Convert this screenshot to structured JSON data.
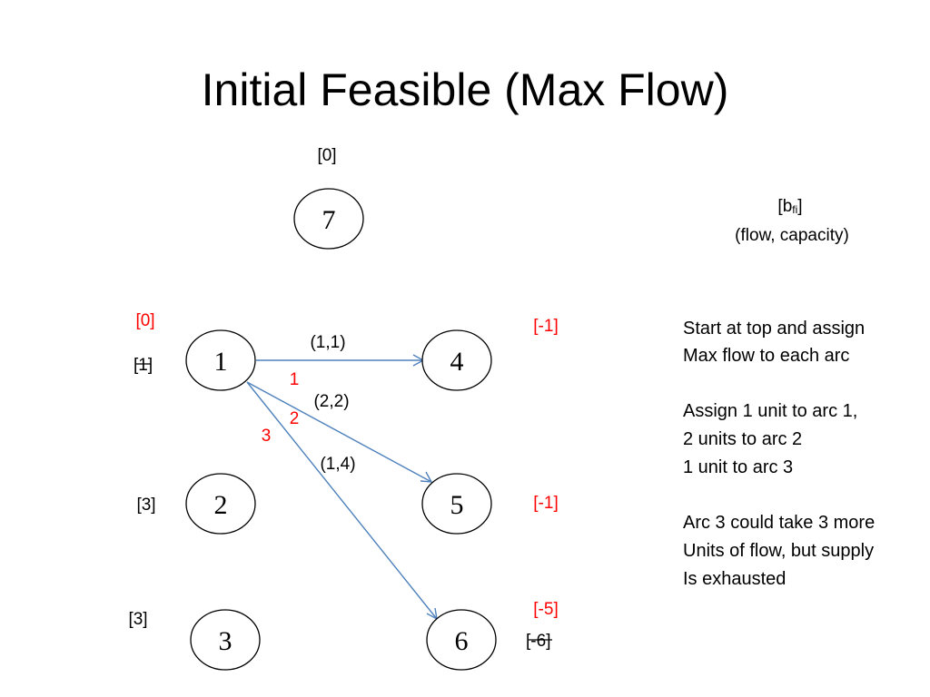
{
  "slide": {
    "title": "Initial Feasible (Max Flow)"
  },
  "colors": {
    "arc": "#4f81bd",
    "highlight": "#ff0000",
    "text": "#000000"
  },
  "nodes": [
    {
      "id": "7",
      "label": "7"
    },
    {
      "id": "1",
      "label": "1"
    },
    {
      "id": "4",
      "label": "4"
    },
    {
      "id": "2",
      "label": "2"
    },
    {
      "id": "5",
      "label": "5"
    },
    {
      "id": "3",
      "label": "3"
    },
    {
      "id": "6",
      "label": "6"
    }
  ],
  "supplies": {
    "node7": "[0]",
    "node1_updated": "[0]",
    "node1_original_open": "[",
    "node1_original_value": "1",
    "node1_original_close": "]",
    "node4_updated": "[-1]",
    "node2": "[3]",
    "node5_updated": "[-1]",
    "node3": "[3]",
    "node6_updated": "[-5]",
    "node6_original_open": "[",
    "node6_original_value": "-6",
    "node6_original_close": "]"
  },
  "arcs": [
    {
      "id": "arc1",
      "from": "1",
      "to": "4",
      "label": "(1,1)",
      "number": "1"
    },
    {
      "id": "arc2",
      "from": "1",
      "to": "5",
      "label": "(2,2)",
      "number": "2"
    },
    {
      "id": "arc3",
      "from": "1",
      "to": "6",
      "label": "(1,4)",
      "number": "3"
    }
  ],
  "legend": {
    "supply_open": "[b",
    "supply_sub": "fi",
    "supply_close": "]",
    "flow_caption": "(flow, capacity)"
  },
  "notes": [
    "Start at top and assign",
    "Max flow to each arc",
    "Assign 1 unit to arc 1,",
    "2 units to arc 2",
    "1 unit to arc 3",
    "Arc 3 could take 3 more",
    "Units of flow, but supply",
    "Is exhausted"
  ]
}
